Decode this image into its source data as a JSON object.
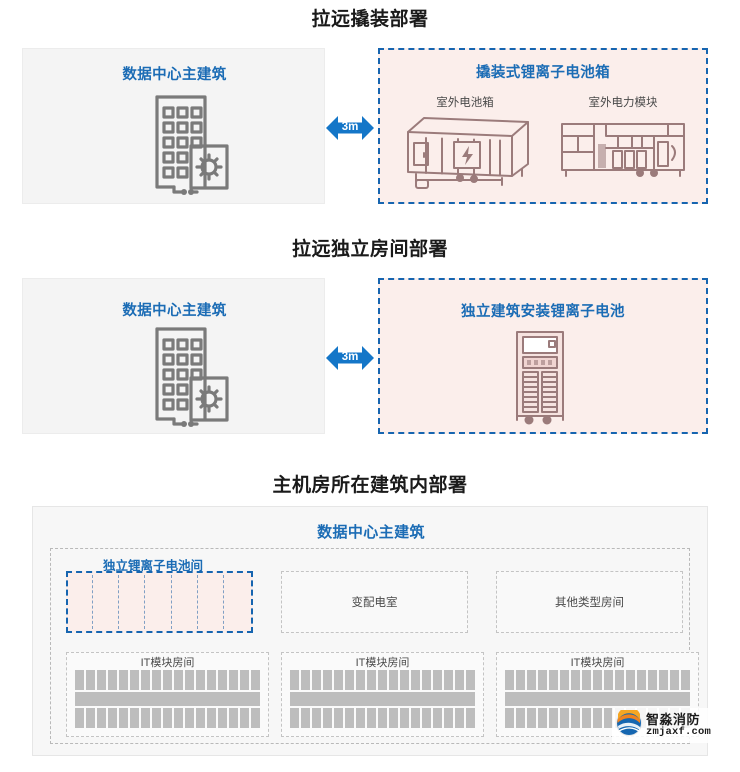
{
  "sections": [
    {
      "title": "拉远撬装部署",
      "left_panel": {
        "heading": "数据中心主建筑",
        "icon": "datacenter-building-icon"
      },
      "separator": {
        "label": "3m",
        "icon": "double-arrow-icon",
        "color": "#1476c8"
      },
      "right_panel": {
        "heading": "撬装式锂离子电池箱",
        "items": [
          {
            "label": "室外电池箱",
            "icon": "outdoor-battery-container-icon"
          },
          {
            "label": "室外电力模块",
            "icon": "outdoor-power-module-icon"
          }
        ]
      }
    },
    {
      "title": "拉远独立房间部署",
      "left_panel": {
        "heading": "数据中心主建筑",
        "icon": "datacenter-building-icon"
      },
      "separator": {
        "label": "3m",
        "icon": "double-arrow-icon",
        "color": "#1476c8"
      },
      "right_panel": {
        "heading": "独立建筑安装锂离子电池",
        "items": [
          {
            "label": "",
            "icon": "battery-cabinet-icon"
          }
        ]
      }
    }
  ],
  "section3": {
    "title": "主机房所在建筑内部署",
    "building_heading": "数据中心主建筑",
    "battery_room": {
      "label": "独立锂离子电池间",
      "cell_count": 7,
      "fill_color": "#fbeeeb",
      "border_color": "#1665b0"
    },
    "rooms": [
      {
        "label": "变配电室"
      },
      {
        "label": "其他类型房间"
      }
    ],
    "it_rooms": [
      {
        "label": "IT模块房间",
        "rack_count": 17
      },
      {
        "label": "IT模块房间",
        "rack_count": 17
      },
      {
        "label": "IT模块房间",
        "rack_count": 17
      }
    ]
  },
  "watermark": {
    "brand_cn": "智淼消防",
    "brand_url": "zmjaxf.com",
    "logo": "zmjaxf-logo-icon"
  },
  "colors": {
    "heading_blue": "#1b6cb5",
    "arrow_blue": "#1476c8",
    "panel_grey": "#f4f4f4",
    "panel_pink": "#fbeeeb",
    "icon_grey": "#7a7a7a",
    "icon_mauve": "#9b7b7b",
    "rack_grey": "#bdbdbd"
  }
}
